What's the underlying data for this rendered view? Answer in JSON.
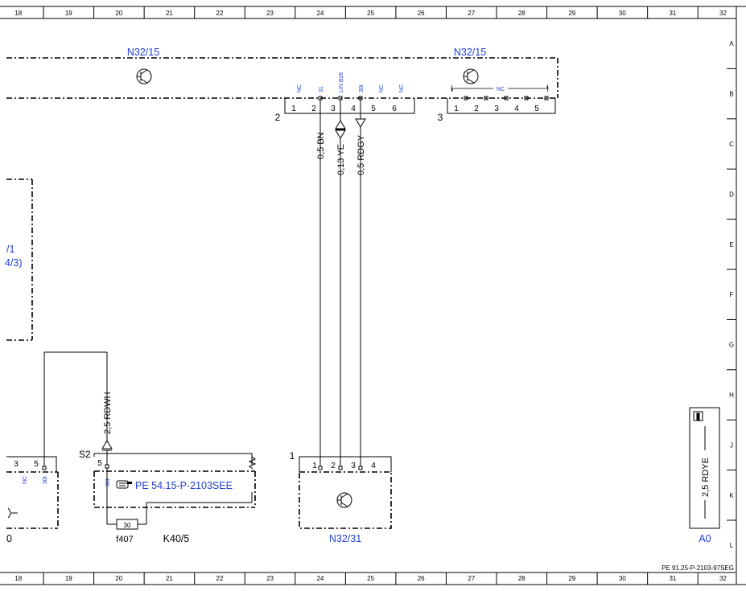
{
  "grid": {
    "columns": [
      "18",
      "19",
      "20",
      "21",
      "22",
      "23",
      "24",
      "25",
      "26",
      "27",
      "28",
      "29",
      "30",
      "31",
      "32"
    ],
    "rows": [
      "A",
      "B",
      "C",
      "D",
      "E",
      "F",
      "G",
      "H",
      "J",
      "K",
      "L"
    ]
  },
  "components": {
    "n32_15_left": "N32/15",
    "n32_15_right": "N32/15",
    "n32_31": "N32/31",
    "a0": "A0",
    "k40_5": "K40/5",
    "f407": "f407",
    "fuse_value": "30",
    "partial_ref_1": "/1",
    "partial_ref_2": "4/3)",
    "partial_left_0": "0"
  },
  "connectors": {
    "c2_label": "2",
    "c3_label": "3",
    "c1_label": "1",
    "s2_label": "S2",
    "c2_pins": [
      "1",
      "2",
      "3",
      "4",
      "5",
      "6"
    ],
    "c2_pin_notes": [
      "NC",
      "31",
      "LIN B26",
      "30t",
      "NC",
      "NC"
    ],
    "c3_pins": [
      "1",
      "2",
      "3",
      "4",
      "5"
    ],
    "c3_note": "NC",
    "n32_31_pins": [
      "1",
      "2",
      "3",
      "4"
    ],
    "s2_pin": "5",
    "s2_pin_note": "30t",
    "left_conn_pins": [
      "3",
      "5"
    ],
    "left_conn_notes": [
      "NC",
      "30t"
    ]
  },
  "wires": {
    "w1": "0,5 BN",
    "w2": "0,13 YE",
    "w3": "0,5 RDGY",
    "w4": "2,5 RDWH",
    "w5": "2,5 RDYE"
  },
  "references": {
    "pe_link": "PE 54.15-P-2103SEE",
    "doc_id": "PE 91.25-P-2103-97SEG"
  },
  "colors": {
    "label_blue": "#1f3fd6",
    "line": "#000000"
  }
}
